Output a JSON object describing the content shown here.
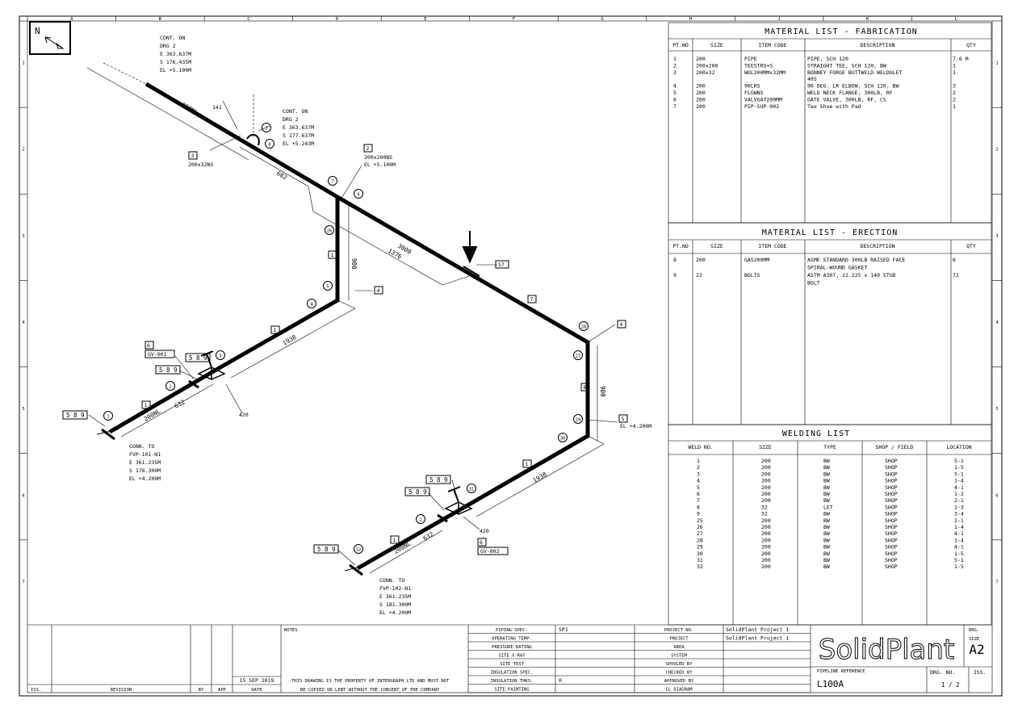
{
  "north": {
    "label": "N"
  },
  "grid_letters": [
    "A",
    "B",
    "C",
    "D",
    "E",
    "F",
    "G",
    "H",
    "J",
    "K",
    "L"
  ],
  "grid_numbers": [
    "1",
    "2",
    "3",
    "4",
    "5",
    "6",
    "7"
  ],
  "fab_list": {
    "title": "MATERIAL LIST - FABRICATION",
    "headers": [
      "PT.NO",
      "SIZE",
      "ITEM CODE",
      "DESCRIPTION",
      "QTY"
    ],
    "rows": [
      [
        "1",
        "200",
        "PIPE",
        "PIPE, SCH 120",
        "7.6 M"
      ],
      [
        "2",
        "200x200",
        "TEESTRS+S",
        "STRAIGHT TEE, SCH 120, BW",
        "1"
      ],
      [
        "3",
        "200x32",
        "WOL200MMx32MM",
        "BONNEY FORGE BUTTWELD WELDOLET",
        "1"
      ],
      [
        "",
        "",
        "",
        "40S",
        ""
      ],
      [
        "4",
        "200",
        "90LRS",
        "90 DEG. LR ELBOW, SCH 120, BW",
        "3"
      ],
      [
        "5",
        "200",
        "FLGWNS",
        "WELD NECK FLANGE, 300LB, RF",
        "2"
      ],
      [
        "6",
        "200",
        "VALVGAT200MM",
        "GATE VALVE, 300LB, RF, CS",
        "2"
      ],
      [
        "7",
        "200",
        "PIP-SUP-002",
        "Tee Shoe with Pad",
        "1"
      ]
    ]
  },
  "erection_list": {
    "title": "MATERIAL LIST - ERECTION",
    "headers": [
      "PT.NO",
      "SIZE",
      "ITEM CODE",
      "DESCRIPTION",
      "QTY"
    ],
    "rows": [
      [
        "8",
        "200",
        "GAS200MM",
        "ASME STANDARD 300LB RAISED FACE",
        "6"
      ],
      [
        "",
        "",
        "",
        "SPIRAL-WOUND GASKET",
        ""
      ],
      [
        "9",
        "22",
        "BOLTS",
        "ASTM A307, 22.225 x 140 STUD",
        "72"
      ],
      [
        "",
        "",
        "",
        "BOLT",
        ""
      ]
    ]
  },
  "welding_list": {
    "title": "WELDING LIST",
    "headers": [
      "WELD NO.",
      "SIZE",
      "TYPE",
      "SHOP / FIELD",
      "LOCATION"
    ],
    "rows": [
      [
        "1",
        "200",
        "BW",
        "SHOP",
        "5-1"
      ],
      [
        "2",
        "200",
        "BW",
        "SHOP",
        "1-5"
      ],
      [
        "3",
        "200",
        "BW",
        "SHOP",
        "5-1"
      ],
      [
        "4",
        "200",
        "BW",
        "SHOP",
        "1-4"
      ],
      [
        "5",
        "200",
        "BW",
        "SHOP",
        "4-1"
      ],
      [
        "6",
        "200",
        "BW",
        "SHOP",
        "1-2"
      ],
      [
        "7",
        "200",
        "BW",
        "SHOP",
        "2-1"
      ],
      [
        "8",
        "32",
        "LET",
        "SHOP",
        "1-3"
      ],
      [
        "9",
        "32",
        "BW",
        "SHOP",
        "3-4"
      ],
      [
        "25",
        "200",
        "BW",
        "SHOP",
        "2-1"
      ],
      [
        "26",
        "200",
        "BW",
        "SHOP",
        "1-4"
      ],
      [
        "27",
        "200",
        "BW",
        "SHOP",
        "4-1"
      ],
      [
        "28",
        "200",
        "BW",
        "SHOP",
        "1-4"
      ],
      [
        "29",
        "200",
        "BW",
        "SHOP",
        "4-1"
      ],
      [
        "30",
        "200",
        "BW",
        "SHOP",
        "1-5"
      ],
      [
        "31",
        "200",
        "BW",
        "SHOP",
        "5-1"
      ],
      [
        "32",
        "200",
        "BW",
        "SHOP",
        "1-5"
      ]
    ]
  },
  "title_block": {
    "iss_label": "ISS.",
    "revision_label": "REVISION",
    "by_label": "BY",
    "app_label": "APP",
    "date_label": "DATE",
    "date_value": "15 SEP 2019",
    "notes_label": "NOTES",
    "disclaimer1": "THIS DRAWING IS THE PROPERTY OF INTERGRAPH LTD AND MUST NOT",
    "disclaimer2": "BE COPIED OR LENT WITHOUT THE CONSENT OF THE COMPANY",
    "fields": [
      {
        "label": "PIPING SPEC.",
        "value": "SP1"
      },
      {
        "label": "OPERATING TEMP.",
        "value": ""
      },
      {
        "label": "PRESSURE RATING",
        "value": ""
      },
      {
        "label": "SITE X-RAY",
        "value": ""
      },
      {
        "label": "SITE TEST",
        "value": ""
      },
      {
        "label": "INSULATION SPEC.",
        "value": ""
      },
      {
        "label": "INSULATION THKS.",
        "value": "0"
      },
      {
        "label": "SITE PAINTING",
        "value": ""
      }
    ],
    "project_fields": [
      {
        "label": "PROJECT NO.",
        "value": "SolidPlant Project 1"
      },
      {
        "label": "PROJECT",
        "value": "SolidPlant Project 1"
      },
      {
        "label": "AREA",
        "value": ""
      },
      {
        "label": "SYSTEM",
        "value": ""
      },
      {
        "label": "SPOOLED BY",
        "value": ""
      },
      {
        "label": "CHECKED BY",
        "value": ""
      },
      {
        "label": "APPROVED BY",
        "value": ""
      },
      {
        "label": "CL DIAGRAM",
        "value": ""
      }
    ],
    "logo": "SolidPlant",
    "drg_label": "DRG.",
    "size_label": "SIZE",
    "size_value": "A2",
    "pipeline_ref_label": "PIPELINE REFERENCE",
    "pipeline_ref_value": "L100A",
    "drg_no_label": "DRG. NO.",
    "drg_no_value": "1 / 2",
    "iss2_label": "ISS."
  },
  "iso": {
    "tags": {
      "cont1": [
        "CONT. ON",
        "DRG 2",
        "E 363.637M",
        "S 176.435M",
        "EL +5.100M"
      ],
      "cont2": [
        "CONT. ON",
        "DRG 2",
        "E 363.637M",
        "S 177.637M",
        "EL +5.243M"
      ],
      "conn1": [
        "CONN. TO",
        "FVP-101-N1",
        "E 361.235M",
        "S 178.300M",
        "EL +4.200M"
      ],
      "conn2": [
        "CONN. TO",
        "FVP-102-N1",
        "E 361.235M",
        "S 181.300M",
        "EL +4.200M"
      ],
      "tee_size": "200x200NS",
      "tee_el": "EL +5.100M",
      "wol_size": "200x32NS",
      "el_right": "EL +4.200M"
    },
    "dims": {
      "d_200nl_top": "200NL",
      "d_141": "141",
      "d_682": "682",
      "d_3000": "3000",
      "d_1376": "1376",
      "d_900a": "900",
      "d_900b": "900",
      "d_1938a": "1938",
      "d_1938b": "1938",
      "d_632a": "632",
      "d_632b": "632",
      "d_200nl_a": "200NL",
      "d_200nl_b": "200NL",
      "d_420a": "420",
      "d_420b": "420"
    },
    "gv_tags": [
      "GV-001",
      "GV-002"
    ],
    "box_589": "5 8 9",
    "sup_tag": "S7",
    "circles": [
      "1",
      "2",
      "3",
      "4",
      "5",
      "6",
      "7",
      "8",
      "9",
      "25",
      "26",
      "27",
      "28",
      "29",
      "30",
      "31",
      "32"
    ],
    "squares": [
      "1",
      "2",
      "3",
      "4",
      "5",
      "6",
      "7"
    ]
  }
}
